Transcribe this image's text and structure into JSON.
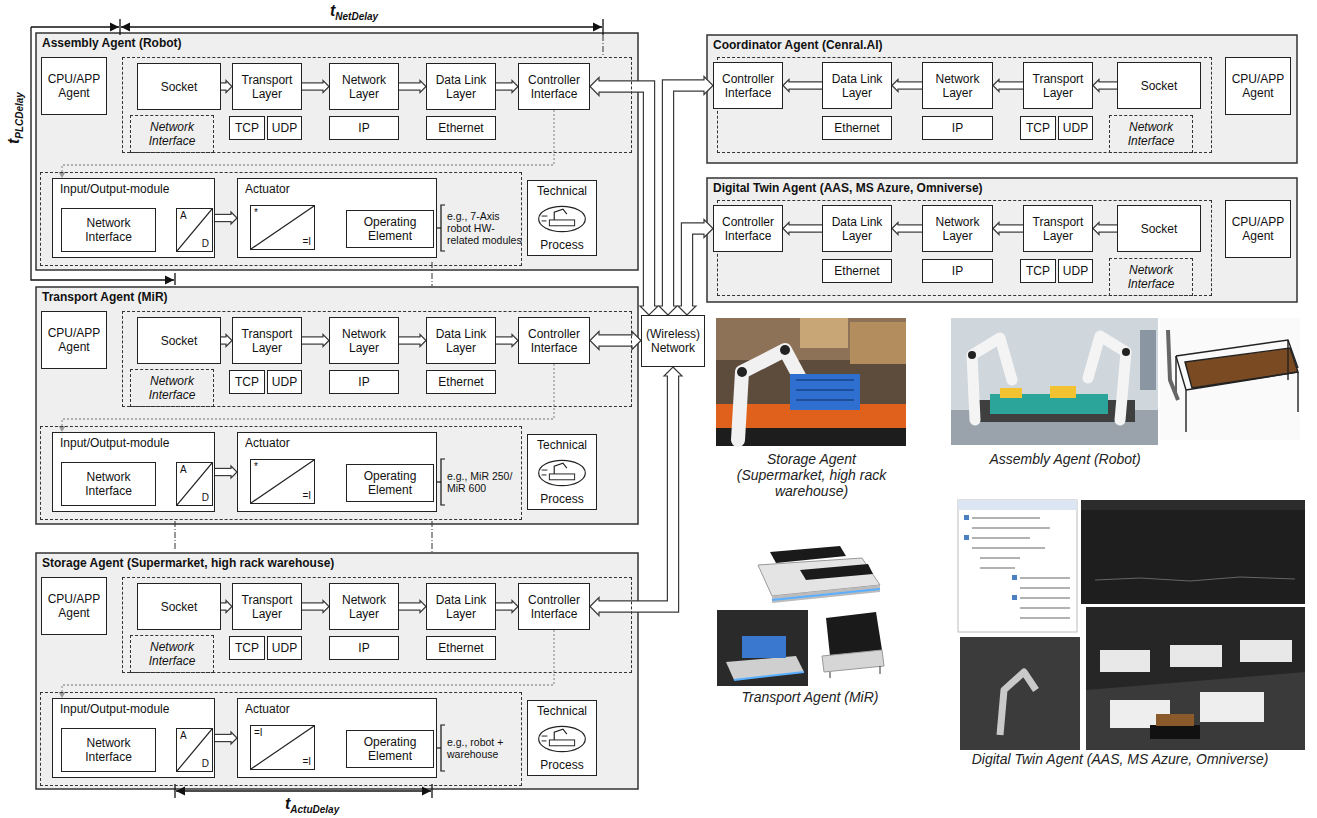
{
  "diagram": {
    "nodes": [
      {
        "text": [
          "Assembly Agent (Robot)"
        ]
      },
      {
        "text": [
          "CPU/APP Agent"
        ],
        "in": 0
      },
      {
        "text": [
          "Socket"
        ],
        "in": 0
      },
      {
        "text": [
          "Transport Layer"
        ],
        "in": 0
      },
      {
        "text": [
          "Network Layer"
        ],
        "in": 0
      },
      {
        "text": [
          "Data Link Layer"
        ],
        "in": 0
      },
      {
        "text": [
          "Controller Interface"
        ],
        "in": 0
      },
      {
        "text": [
          "TCP"
        ],
        "in": 0
      },
      {
        "text": [
          "UDP"
        ],
        "in": 0
      },
      {
        "text": [
          "IP"
        ],
        "in": 0
      },
      {
        "text": [
          "Ethernet"
        ],
        "in": 0
      },
      {
        "text": [
          "Network Interface"
        ],
        "in": 0
      },
      {
        "text": [
          "Input/Output-module"
        ],
        "in": 0
      },
      {
        "text": [
          "Network Interface"
        ],
        "in": 12
      },
      {
        "text": [
          "A",
          "D"
        ],
        "in": 12
      },
      {
        "text": [
          "Actuator"
        ],
        "in": 0
      },
      {
        "text": [
          "*",
          "=I"
        ],
        "in": 15
      },
      {
        "text": [
          "Operating Element"
        ],
        "in": 15
      },
      {
        "text": [
          "Technical",
          "Process"
        ],
        "in": 0
      },
      {
        "text": [
          "Coordinator Agent (Cenral.AI)"
        ]
      },
      {
        "text": [
          "Controller Interface"
        ],
        "in": 19
      },
      {
        "text": [
          "Data Link Layer"
        ],
        "in": 19
      },
      {
        "text": [
          "Network Layer"
        ],
        "in": 19
      },
      {
        "text": [
          "Transport Layer"
        ],
        "in": 19
      },
      {
        "text": [
          "Socket"
        ],
        "in": 19
      },
      {
        "text": [
          "CPU/APP Agent"
        ],
        "in": 19
      },
      {
        "text": [
          "Ethernet"
        ],
        "in": 19
      },
      {
        "text": [
          "IP"
        ],
        "in": 19
      },
      {
        "text": [
          "TCP"
        ],
        "in": 19
      },
      {
        "text": [
          "UDP"
        ],
        "in": 19
      },
      {
        "text": [
          "Network Interface"
        ],
        "in": 19
      },
      {
        "text": [
          "Digital Twin Agent (AAS, MS Azure, Omniverse)"
        ]
      },
      {
        "text": [
          "Controller Interface"
        ],
        "in": 31
      },
      {
        "text": [
          "Data Link Layer"
        ],
        "in": 31
      },
      {
        "text": [
          "Network Layer"
        ],
        "in": 31
      },
      {
        "text": [
          "Transport Layer"
        ],
        "in": 31
      },
      {
        "text": [
          "Socket"
        ],
        "in": 31
      },
      {
        "text": [
          "CPU/APP Agent"
        ],
        "in": 31
      },
      {
        "text": [
          "Ethernet"
        ],
        "in": 31
      },
      {
        "text": [
          "IP"
        ],
        "in": 31
      },
      {
        "text": [
          "TCP"
        ],
        "in": 31
      },
      {
        "text": [
          "UDP"
        ],
        "in": 31
      },
      {
        "text": [
          "Network Interface"
        ],
        "in": 31
      },
      {
        "text": [
          "Transport Agent (MiR)"
        ]
      },
      {
        "text": [
          "CPU/APP Agent"
        ],
        "in": 43
      },
      {
        "text": [
          "Socket"
        ],
        "in": 43
      },
      {
        "text": [
          "Transport Layer"
        ],
        "in": 43
      },
      {
        "text": [
          "Network Layer"
        ],
        "in": 43
      },
      {
        "text": [
          "Data Link Layer"
        ],
        "in": 43
      },
      {
        "text": [
          "Controller Interface"
        ],
        "in": 43
      },
      {
        "text": [
          "TCP"
        ],
        "in": 43
      },
      {
        "text": [
          "UDP"
        ],
        "in": 43
      },
      {
        "text": [
          "IP"
        ],
        "in": 43
      },
      {
        "text": [
          "Ethernet"
        ],
        "in": 43
      },
      {
        "text": [
          "Network Interface"
        ],
        "in": 43
      },
      {
        "text": [
          "Input/Output-module"
        ],
        "in": 43
      },
      {
        "text": [
          "Network Interface"
        ],
        "in": 55
      },
      {
        "text": [
          "A",
          "D"
        ],
        "in": 55
      },
      {
        "text": [
          "Actuator"
        ],
        "in": 43
      },
      {
        "text": [
          "*",
          "=I"
        ],
        "in": 58
      },
      {
        "text": [
          "Operating Element"
        ],
        "in": 58
      },
      {
        "text": [
          "Technical",
          "Process"
        ],
        "in": 43
      },
      {
        "text": [
          "(Wireless) Network"
        ]
      },
      {
        "text": [
          "Storage Agent (Supermarket, high rack warehouse)"
        ]
      },
      {
        "text": [
          "CPU/APP Agent"
        ],
        "in": 63
      },
      {
        "text": [
          "Socket"
        ],
        "in": 63
      },
      {
        "text": [
          "Transport Layer"
        ],
        "in": 63
      },
      {
        "text": [
          "Network Layer"
        ],
        "in": 63
      },
      {
        "text": [
          "Data Link Layer"
        ],
        "in": 63
      },
      {
        "text": [
          "Controller Interface"
        ],
        "in": 63
      },
      {
        "text": [
          "TCP"
        ],
        "in": 63
      },
      {
        "text": [
          "UDP"
        ],
        "in": 63
      },
      {
        "text": [
          "IP"
        ],
        "in": 63
      },
      {
        "text": [
          "Ethernet"
        ],
        "in": 63
      },
      {
        "text": [
          "Network Interface"
        ],
        "in": 63
      },
      {
        "text": [
          "Input/Output-module"
        ],
        "in": 63
      },
      {
        "text": [
          "Network Interface"
        ],
        "in": 75
      },
      {
        "text": [
          "A",
          "D"
        ],
        "in": 75
      },
      {
        "text": [
          "Actuator"
        ],
        "in": 63
      },
      {
        "text": [
          "=I",
          "=I"
        ],
        "in": 78
      },
      {
        "text": [
          "Operating Element"
        ],
        "in": 78
      },
      {
        "text": [
          "Technical",
          "Process"
        ],
        "in": 63
      }
    ],
    "edges": [
      {
        "from": 2,
        "to": 3,
        "arrow": "to"
      },
      {
        "from": 3,
        "to": 4,
        "arrow": "to"
      },
      {
        "from": 4,
        "to": 5,
        "arrow": "to"
      },
      {
        "from": 5,
        "to": 6,
        "arrow": "to"
      },
      {
        "from": 13,
        "to": 14,
        "arrow": "to"
      },
      {
        "from": 12,
        "to": 15,
        "arrow": "to"
      },
      {
        "from": 16,
        "to": 17,
        "arrow": "to"
      },
      {
        "from": 6,
        "to": 12,
        "arrow": "to"
      },
      {
        "from": 6,
        "to": 62,
        "arrow": "both"
      },
      {
        "from": 24,
        "to": 23,
        "arrow": "to"
      },
      {
        "from": 23,
        "to": 22,
        "arrow": "to"
      },
      {
        "from": 22,
        "to": 21,
        "arrow": "to"
      },
      {
        "from": 21,
        "to": 20,
        "arrow": "to"
      },
      {
        "from": 20,
        "to": 62,
        "arrow": "both"
      },
      {
        "from": 36,
        "to": 35,
        "arrow": "to"
      },
      {
        "from": 35,
        "to": 34,
        "arrow": "to"
      },
      {
        "from": 34,
        "to": 33,
        "arrow": "to"
      },
      {
        "from": 33,
        "to": 32,
        "arrow": "to"
      },
      {
        "from": 32,
        "to": 62,
        "arrow": "both"
      },
      {
        "from": 45,
        "to": 46,
        "arrow": "to"
      },
      {
        "from": 46,
        "to": 47,
        "arrow": "to"
      },
      {
        "from": 47,
        "to": 48,
        "arrow": "to"
      },
      {
        "from": 48,
        "to": 49,
        "arrow": "to"
      },
      {
        "from": 56,
        "to": 57,
        "arrow": "to"
      },
      {
        "from": 55,
        "to": 58,
        "arrow": "to"
      },
      {
        "from": 59,
        "to": 60,
        "arrow": "to"
      },
      {
        "from": 49,
        "to": 55,
        "arrow": "to"
      },
      {
        "from": 49,
        "to": 62,
        "arrow": "both"
      },
      {
        "from": 65,
        "to": 66,
        "arrow": "to"
      },
      {
        "from": 66,
        "to": 67,
        "arrow": "to"
      },
      {
        "from": 67,
        "to": 68,
        "arrow": "to"
      },
      {
        "from": 68,
        "to": 69,
        "arrow": "to"
      },
      {
        "from": 76,
        "to": 77,
        "arrow": "to"
      },
      {
        "from": 75,
        "to": 78,
        "arrow": "to"
      },
      {
        "from": 79,
        "to": 80,
        "arrow": "to"
      },
      {
        "from": 69,
        "to": 75,
        "arrow": "to"
      },
      {
        "from": 69,
        "to": 62,
        "arrow": "both"
      }
    ],
    "labels": [
      "t",
      "NetDelay",
      "t",
      "PLCDelay",
      "t",
      "ActuDelay",
      "e.g., 7-Axis robot HW-related modules",
      "e.g., MiR 250/ MiR 600",
      "e.g., robot + warehouse",
      "Storage Agent (Supermarket, high rack warehouse)",
      "Assembly Agent (Robot)",
      "Transport Agent (MiR)",
      "Digital Twin Agent (AAS, MS Azure, Omniverse)"
    ]
  }
}
